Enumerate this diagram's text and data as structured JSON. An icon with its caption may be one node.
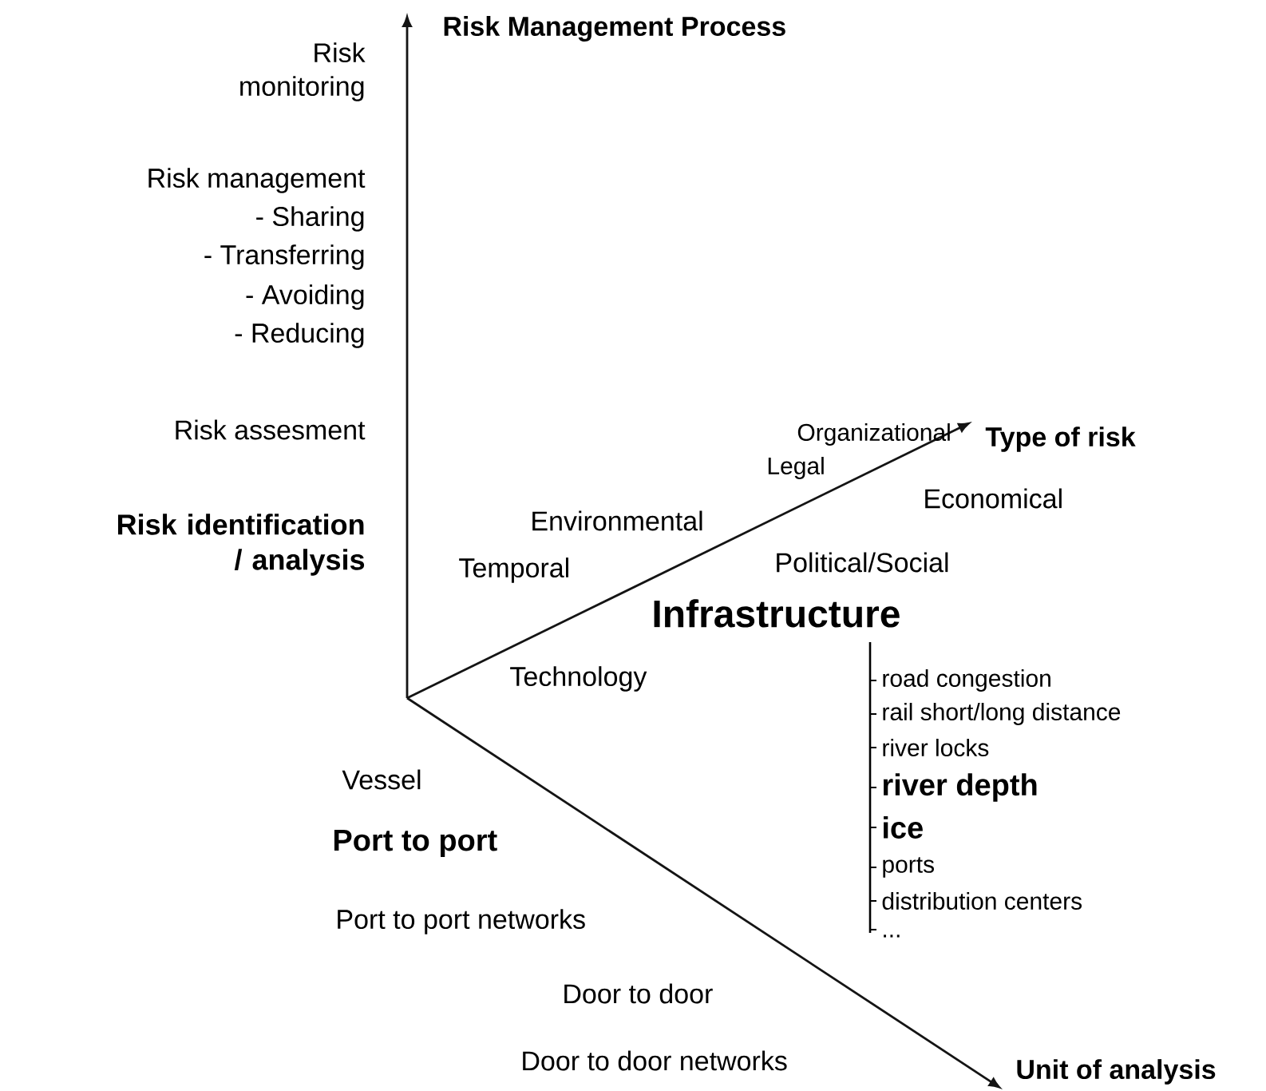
{
  "diagram": {
    "labels": [
      "Risk Management Process",
      "Risk monitoring",
      "Risk management",
      "- Sharing",
      "- Transferring",
      "- Avoiding",
      "- Reducing",
      "Risk assesment",
      "Organizational",
      "Type of risk",
      "Legal",
      "Risk identification / analysis",
      "Environmental",
      "Economical",
      "Temporal",
      "Political/Social",
      "Infrastructure",
      "Technology",
      "road congestion",
      "rail short/long distance",
      "river locks",
      "river depth",
      "ice",
      "ports",
      "distribution centers",
      "...",
      "Vessel",
      "Port  to port",
      "Port to port networks",
      "Door to door",
      "Door to door networks",
      "Unit of analysis"
    ]
  }
}
